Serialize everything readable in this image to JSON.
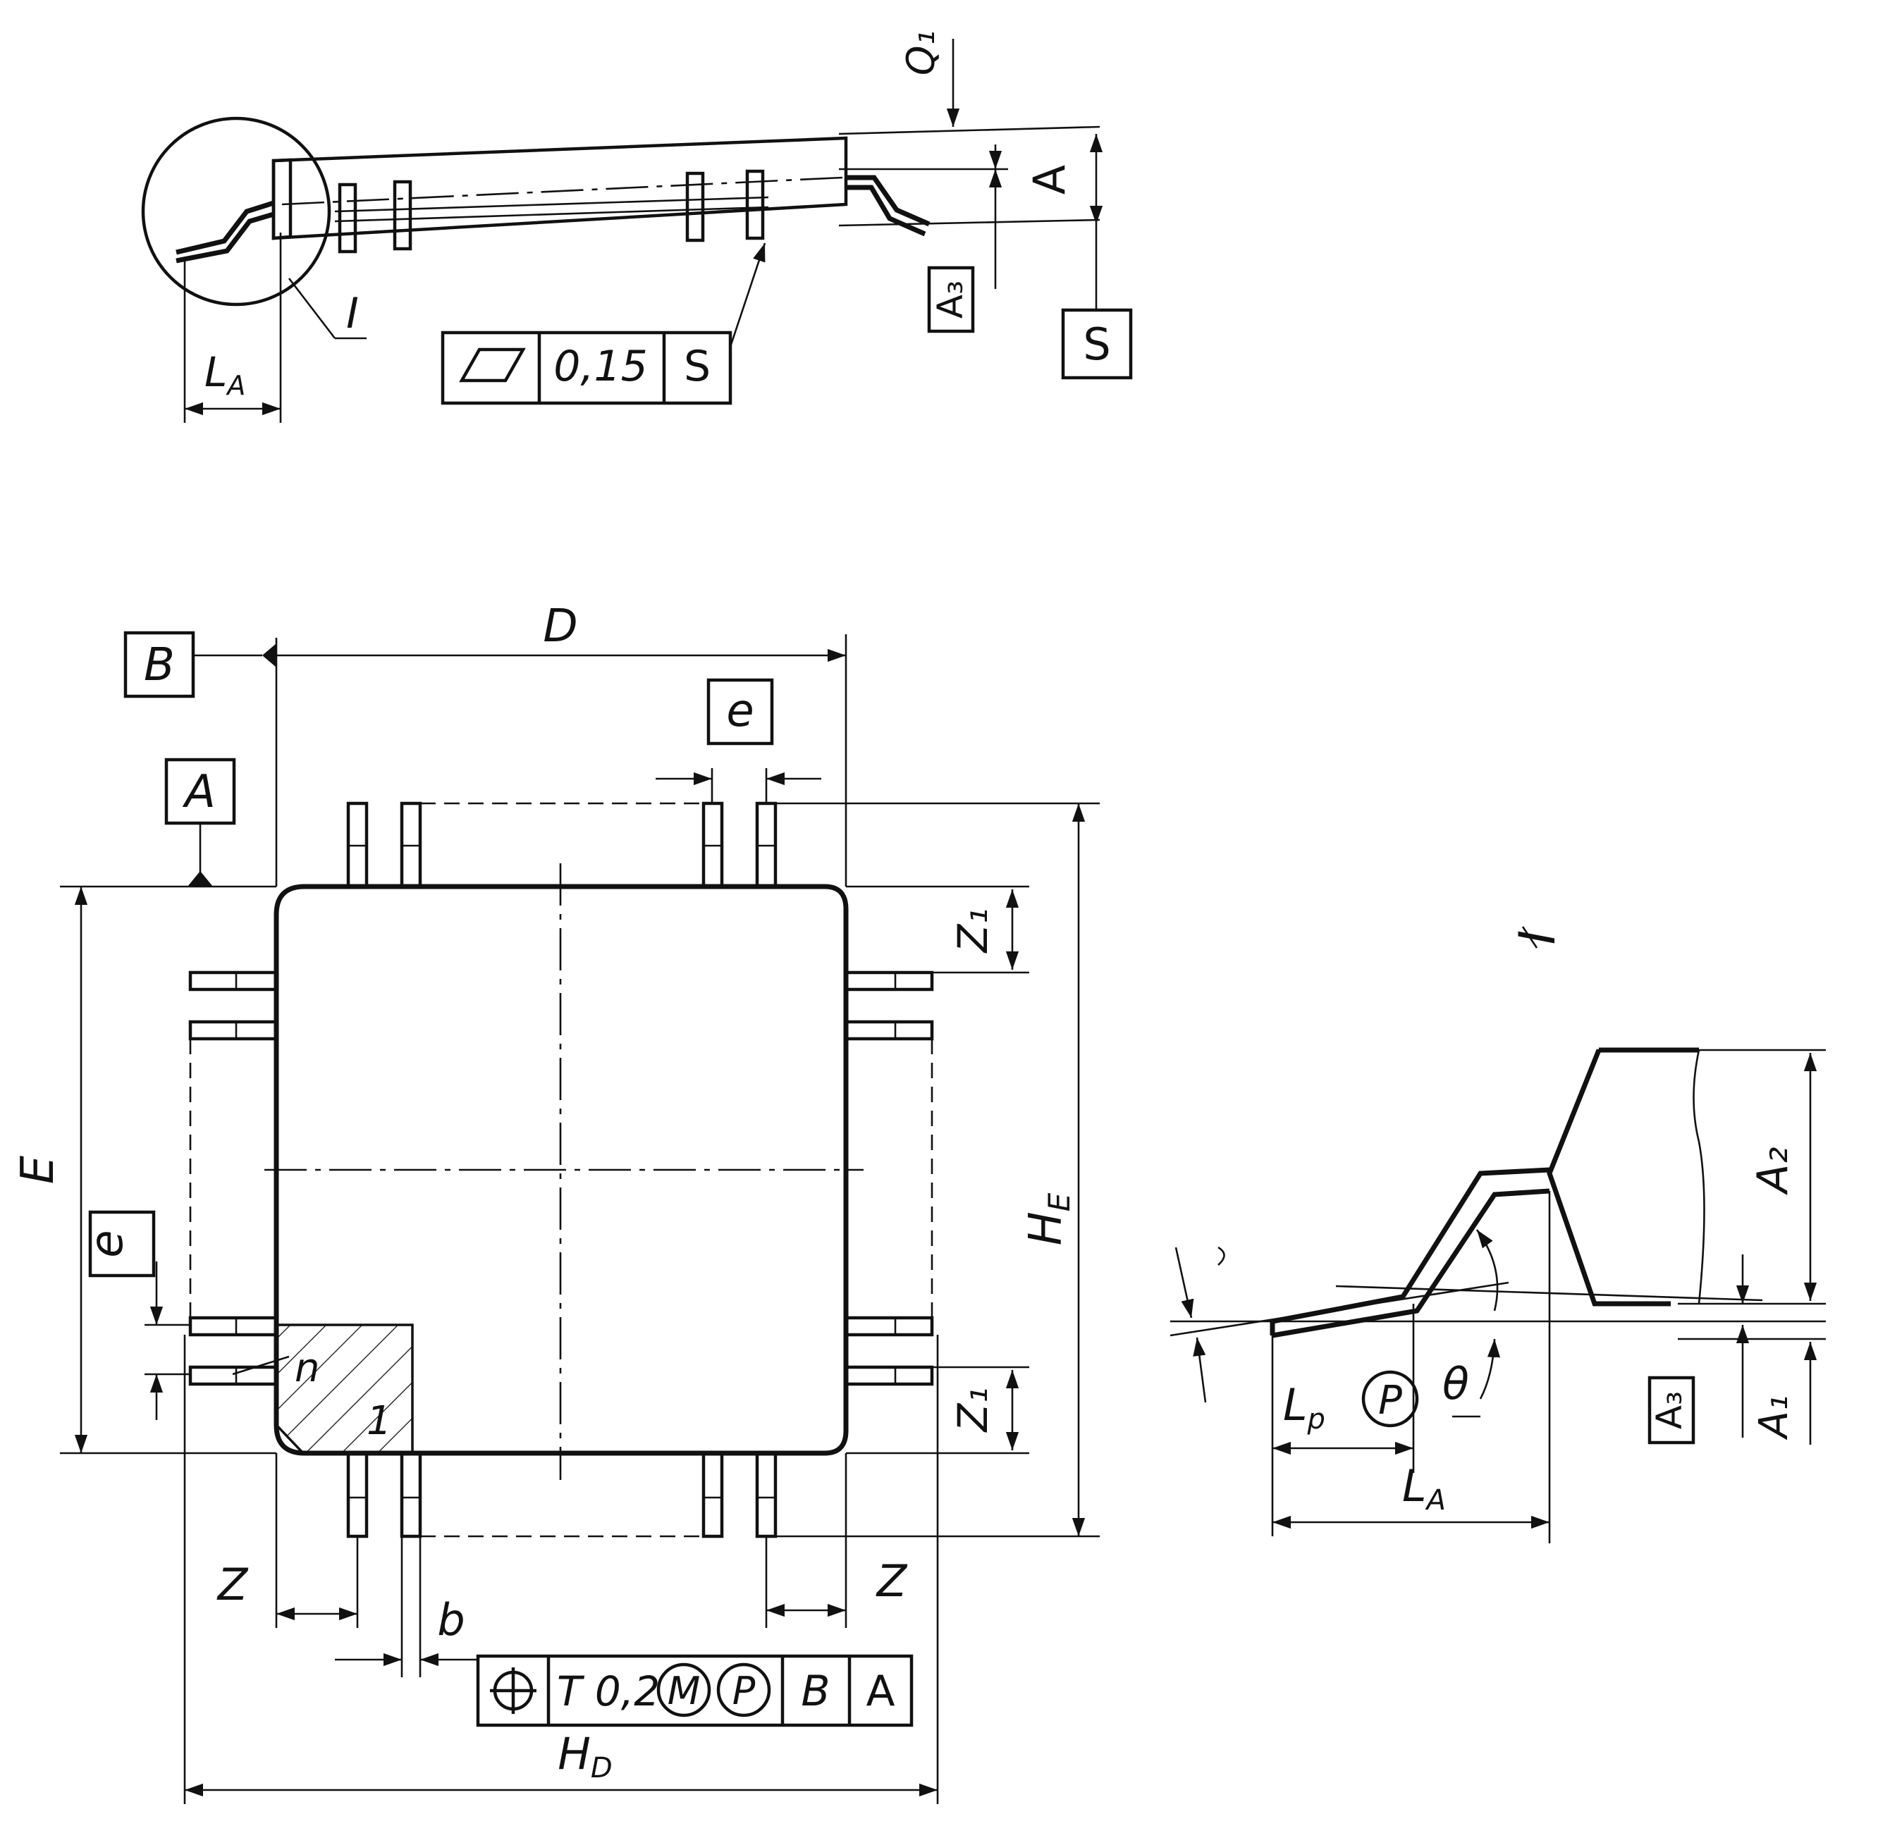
{
  "colors": {
    "ink": "#111111",
    "paper": "#ffffff"
  },
  "labels": {
    "q1": "Q₁",
    "a": "A",
    "a3_side": "A₃",
    "s_datum": "S",
    "detail_ref": "I",
    "la_side": "L",
    "la_side_sub": "A",
    "d": "D",
    "e_top": "e",
    "e_left": "e",
    "z1_top": "Z₁",
    "z1_bottom": "Z₁",
    "e_height": "E",
    "he": "H",
    "he_sub": "E",
    "n": "n",
    "pin1": "1",
    "z_left": "Z",
    "z_right": "Z",
    "b": "b",
    "hd": "H",
    "hd_sub": "D",
    "datum_b": "B",
    "datum_a": "A",
    "detail_title": "I",
    "a2": "A₂",
    "a3_detail": "A₃",
    "a1": "A₁",
    "lp": "L",
    "lp_sub": "p",
    "theta": "θ",
    "la_detail": "L",
    "la_detail_sub": "A"
  },
  "flatness_frame": {
    "symbol": "flatness-icon",
    "value": "0,15",
    "datum": "S"
  },
  "position_frame": {
    "symbol": "position-icon",
    "value": "T 0,2",
    "modifier_m": "M",
    "modifier_p": "P",
    "datum_1": "B",
    "datum_2": "A"
  },
  "lp_modifier": "P"
}
